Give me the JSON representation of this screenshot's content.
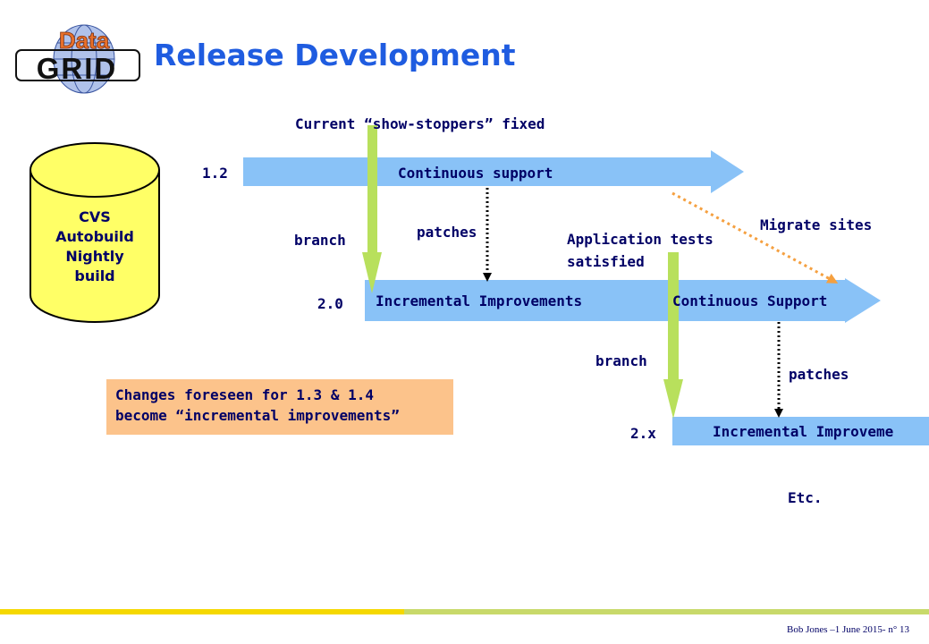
{
  "logo": {
    "top_word": "Data",
    "bottom_word": "GRID"
  },
  "title": "Release Development",
  "repository": {
    "lines": [
      "CVS",
      "Autobuild",
      "Nightly",
      "build"
    ]
  },
  "labels": {
    "current_fixed": "Current “show-stoppers” fixed",
    "v12": "1.2",
    "continuous_support_12": "Continuous support",
    "branch_1": "branch",
    "patches_1": "patches",
    "application_tests_1": "Application tests",
    "application_tests_2": "satisfied",
    "migrate_sites": "Migrate sites",
    "v20": "2.0",
    "incremental_20": "Incremental Improvements",
    "continuous_support_20": "Continuous Support",
    "branch_2": "branch",
    "patches_2": "patches",
    "v2x": "2.x",
    "incremental_2x": "Incremental Improveme",
    "etc": "Etc."
  },
  "note": {
    "line1": "Changes foreseen for 1.3 & 1.4",
    "line2": "become “incremental improvements”"
  },
  "footer": "Bob Jones –1 June 2015- n° 13",
  "colors": {
    "title": "#1f5ce0",
    "text": "#000066",
    "timeline_arrow": "#89c2f7",
    "branch_arrow": "#b8e05c",
    "cylinder": "#ffff66",
    "note_bg": "#fcc38b",
    "migrate_arrow": "#f5a040",
    "footer_bar_left": "#f5d800",
    "footer_bar_right": "#c8d96a"
  }
}
